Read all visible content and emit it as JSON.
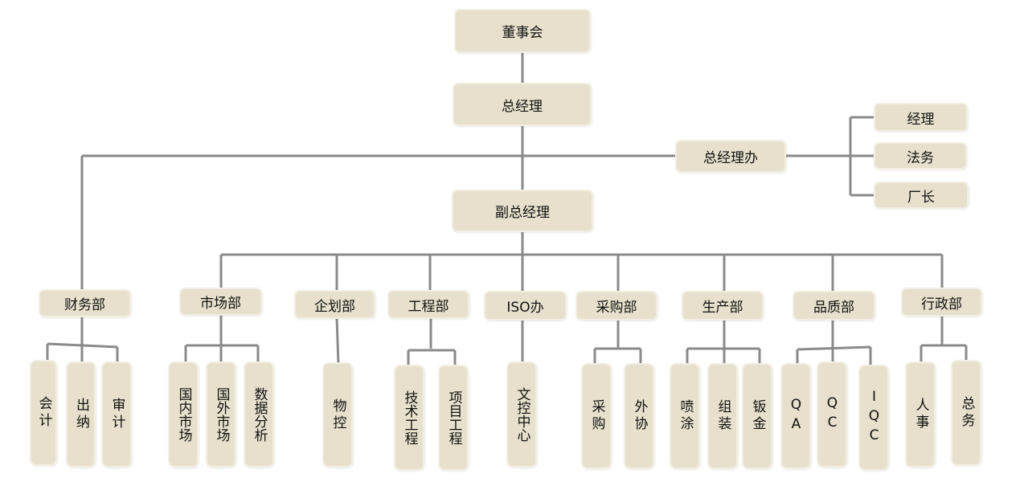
{
  "colors": {
    "box_fill": "#e6e0cc",
    "box_border": "#f2eee2",
    "line": "#8a8a8a"
  },
  "top": {
    "board": "董事会",
    "gm": "总经理",
    "gm_office": "总经理办",
    "vgm": "副总经理"
  },
  "office_members": [
    "经理",
    "法务",
    "厂长"
  ],
  "departments": [
    {
      "name": "财务部",
      "children": [
        "会计",
        "出纳",
        "审计"
      ]
    },
    {
      "name": "市场部",
      "children": [
        "国内市场",
        "国外市场",
        "数据分析"
      ]
    },
    {
      "name": "企划部",
      "children": [
        "物控"
      ]
    },
    {
      "name": "工程部",
      "children": [
        "技术工程",
        "项目工程"
      ]
    },
    {
      "name": "ISO办",
      "children": [
        "文控中心"
      ]
    },
    {
      "name": "采购部",
      "children": [
        "采购",
        "外协"
      ]
    },
    {
      "name": "生产部",
      "children": [
        "喷涂",
        "组装",
        "钣金"
      ]
    },
    {
      "name": "品质部",
      "children": [
        "QA",
        "QC",
        "IQC"
      ]
    },
    {
      "name": "行政部",
      "children": [
        "人事",
        "总务"
      ]
    }
  ]
}
